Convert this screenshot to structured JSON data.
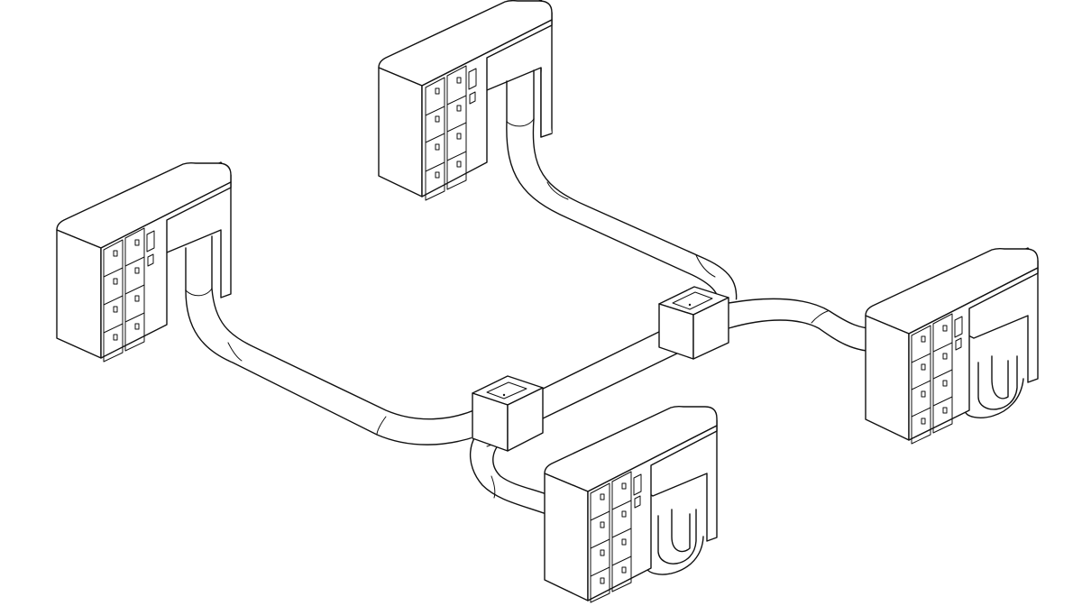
{
  "diagram": {
    "background_color": "#ffffff",
    "line_color": "#111111",
    "style": "isometric line drawing",
    "components": {
      "locker_units": [
        {
          "id": "locker-north",
          "compartments": 8,
          "label_slots": 1
        },
        {
          "id": "locker-west",
          "compartments": 8,
          "label_slots": 1
        },
        {
          "id": "locker-east",
          "compartments": 8,
          "label_slots": 1
        },
        {
          "id": "locker-south",
          "compartments": 8,
          "label_slots": 1
        }
      ],
      "junction_boxes": [
        {
          "id": "junction-east"
        },
        {
          "id": "junction-west"
        }
      ],
      "tubes": [
        {
          "id": "tube-north-to-junction-east"
        },
        {
          "id": "tube-junction-east-to-locker-east"
        },
        {
          "id": "tube-junction-east-to-junction-west"
        },
        {
          "id": "tube-locker-west-to-junction-west"
        },
        {
          "id": "tube-junction-west-to-locker-south"
        }
      ]
    }
  }
}
